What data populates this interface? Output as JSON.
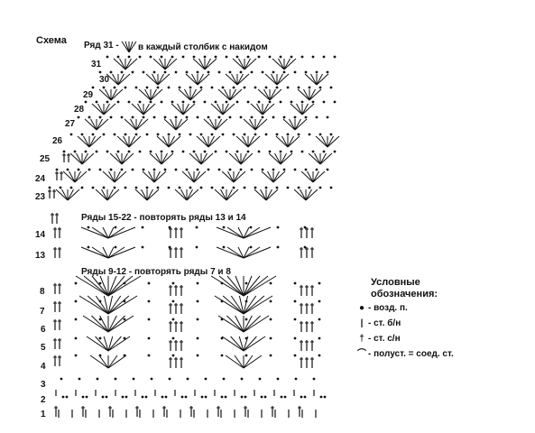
{
  "title": "Схема",
  "row31_prefix": "Ряд 31 -",
  "row31_note": "в каждый столбик с накидом",
  "repeat_15_22": "Ряды 15-22 - повторять ряды 13 и 14",
  "repeat_9_12": "Ряды 9-12 - повторять ряды 7 и 8",
  "row_labels": [
    {
      "n": "31"
    },
    {
      "n": "30"
    },
    {
      "n": "29"
    },
    {
      "n": "28"
    },
    {
      "n": "27"
    },
    {
      "n": "26"
    },
    {
      "n": "25"
    },
    {
      "n": "24"
    },
    {
      "n": "23"
    },
    {
      "n": "14"
    },
    {
      "n": "13"
    },
    {
      "n": "8"
    },
    {
      "n": "7"
    },
    {
      "n": "6"
    },
    {
      "n": "5"
    },
    {
      "n": "4"
    },
    {
      "n": "3"
    },
    {
      "n": "2"
    },
    {
      "n": "1"
    }
  ],
  "legend": {
    "title_line1": "Условные",
    "title_line2": "обозначения:",
    "items": [
      {
        "icon": "dot",
        "text": "- возд. п."
      },
      {
        "icon": "bar",
        "text": "- ст. б/н"
      },
      {
        "icon": "cross-bar",
        "text": "- ст. с/н"
      },
      {
        "icon": "arc",
        "text": "- полуст. = соед. ст."
      }
    ]
  }
}
